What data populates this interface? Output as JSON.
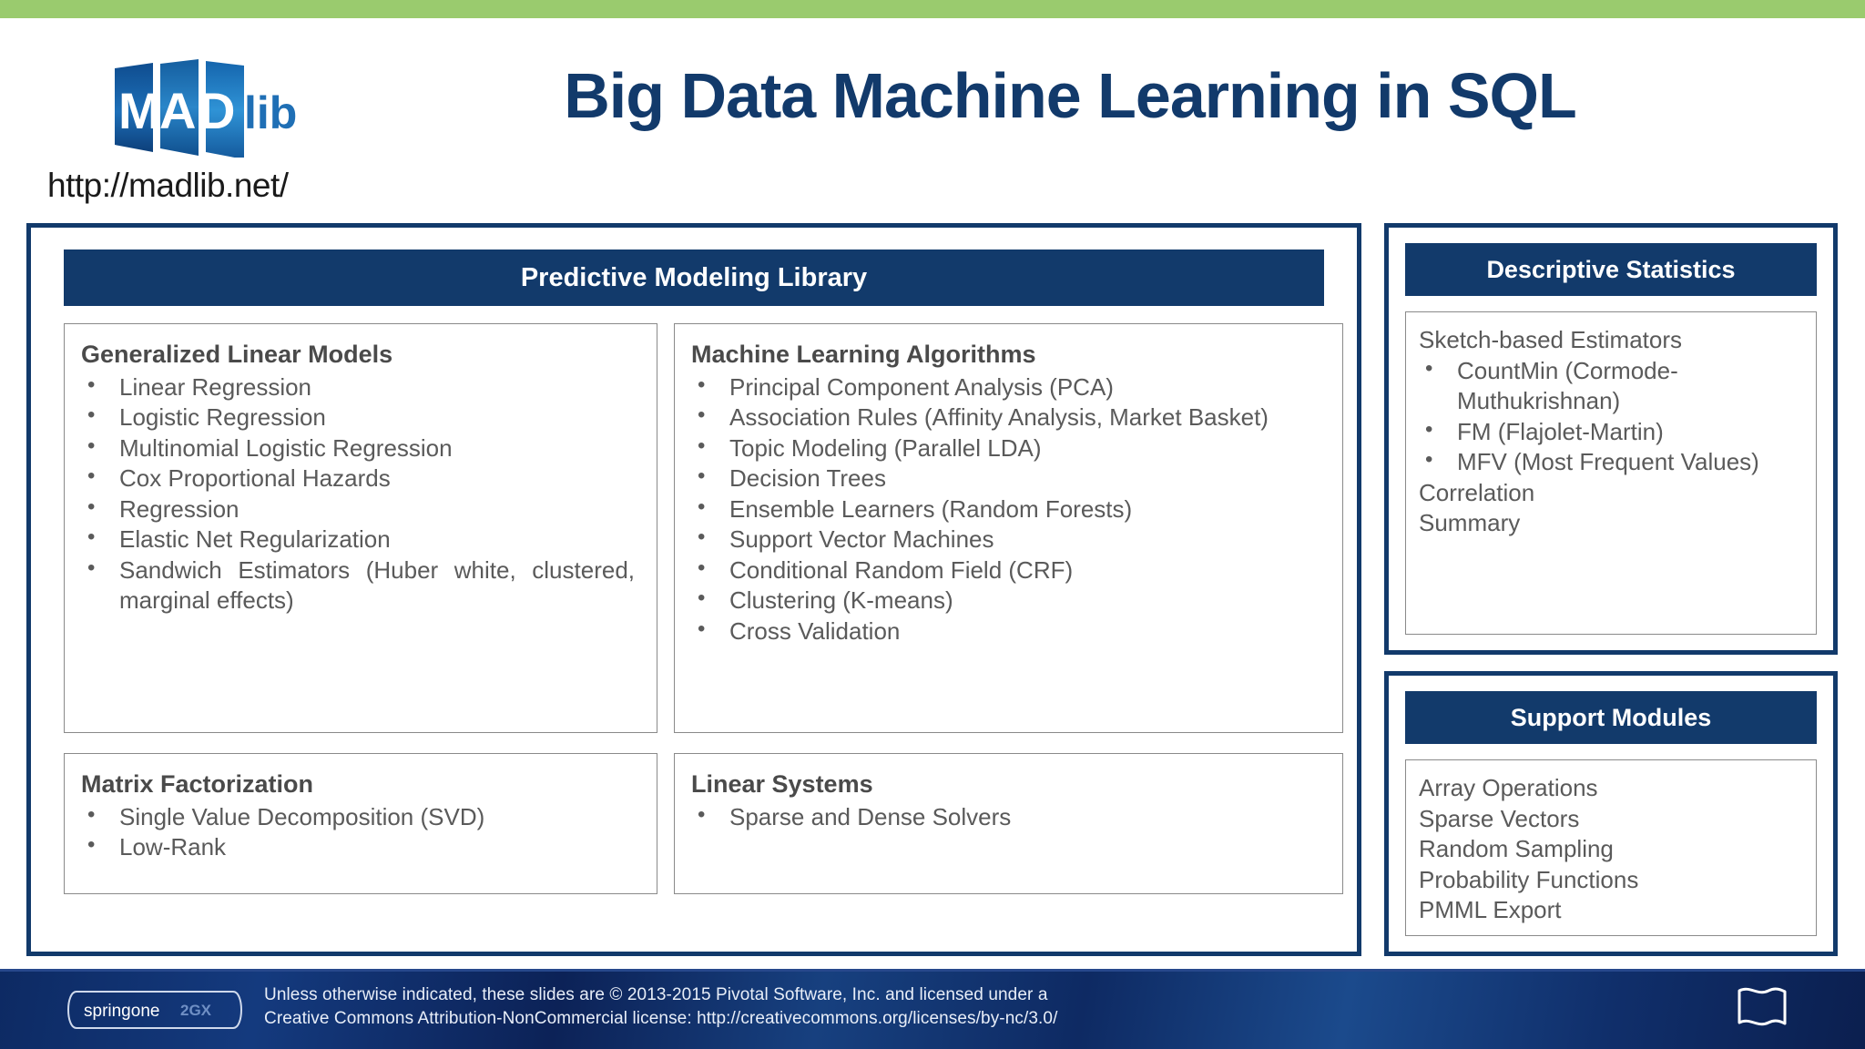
{
  "header": {
    "title": "Big Data Machine Learning in SQL",
    "url": "http://madlib.net/",
    "logo_alt": "MADlib"
  },
  "predictive_modeling": {
    "header": "Predictive Modeling Library",
    "boxes": {
      "glm": {
        "title": "Generalized Linear Models",
        "items": [
          "Linear Regression",
          "Logistic Regression",
          "Multinomial Logistic Regression",
          "Cox Proportional Hazards",
          "Regression",
          "Elastic Net Regularization",
          "Sandwich Estimators (Huber white, clustered, marginal effects)"
        ]
      },
      "ml": {
        "title": "Machine Learning Algorithms",
        "items": [
          "Principal Component Analysis (PCA)",
          "Association Rules (Affinity Analysis, Market Basket)",
          "Topic Modeling (Parallel LDA)",
          "Decision Trees",
          "Ensemble Learners (Random Forests)",
          "Support Vector Machines",
          "Conditional Random Field (CRF)",
          "Clustering (K-means)",
          "Cross Validation"
        ]
      },
      "matrix_factorization": {
        "title": "Matrix Factorization",
        "items": [
          "Single Value Decomposition (SVD)",
          "Low-Rank"
        ]
      },
      "linear_systems": {
        "title": "Linear Systems",
        "items": [
          "Sparse and Dense Solvers"
        ]
      }
    }
  },
  "descriptive_statistics": {
    "header": "Descriptive Statistics",
    "lead": "Sketch-based Estimators",
    "items": [
      "CountMin (Cormode-Muthukrishnan)",
      "FM (Flajolet-Martin)",
      "MFV (Most Frequent Values)"
    ],
    "trailing": [
      "Correlation",
      "Summary"
    ]
  },
  "support_modules": {
    "header": "Support Modules",
    "items": [
      "Array Operations",
      "Sparse Vectors",
      "Random Sampling",
      "Probability Functions",
      "PMML Export"
    ]
  },
  "footer": {
    "brand": "springone",
    "brand_suffix": "2GX",
    "line1": "Unless otherwise indicated, these slides are © 2013-2015 Pivotal Software, Inc. and licensed under a",
    "line2": "Creative Commons Attribution-NonCommercial license: http://creativecommons.org/licenses/by-nc/3.0/"
  },
  "colors": {
    "brand_navy": "#123A6B",
    "accent_green": "#9ACB6E",
    "body_text": "#5a5a5a",
    "title_navy": "#123A6B"
  }
}
